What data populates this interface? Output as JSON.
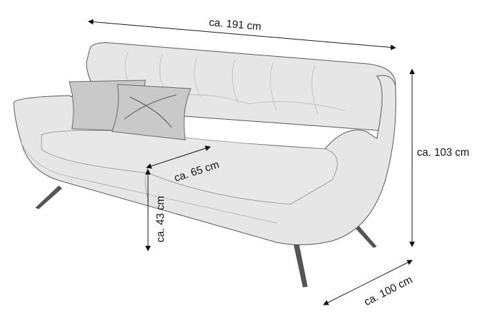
{
  "dimensions": {
    "width": "ca. 191 cm",
    "height": "ca. 103 cm",
    "depth": "ca. 100 cm",
    "seat_depth": "ca. 65 cm",
    "seat_height": "ca. 43 cm"
  },
  "colors": {
    "sofa_fill": "#e6e6e6",
    "outline": "#555555",
    "pillow": "#c9c9c9",
    "legs": "#555555",
    "dimension_line": "#111111"
  }
}
